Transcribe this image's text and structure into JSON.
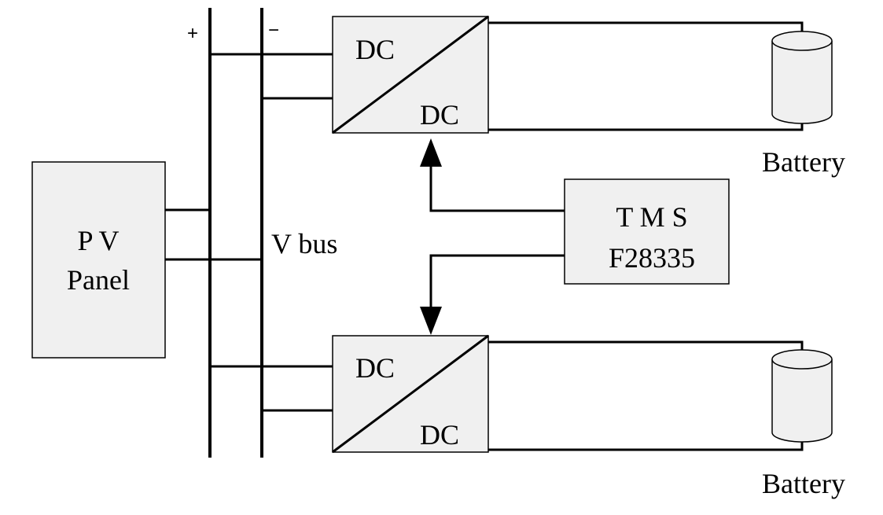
{
  "bus": {
    "plus": "+",
    "minus": "−",
    "label": "V bus"
  },
  "pv_panel": {
    "line1": "P V",
    "line2": "Panel"
  },
  "converter_top": {
    "input": "DC",
    "output": "DC"
  },
  "converter_bottom": {
    "input": "DC",
    "output": "DC"
  },
  "controller": {
    "line1": "T M S",
    "line2": "F28335"
  },
  "battery_top": {
    "label": "Battery"
  },
  "battery_bottom": {
    "label": "Battery"
  },
  "colors": {
    "block_fill": "#f0f0f0",
    "line": "#000000",
    "background": "#ffffff"
  }
}
